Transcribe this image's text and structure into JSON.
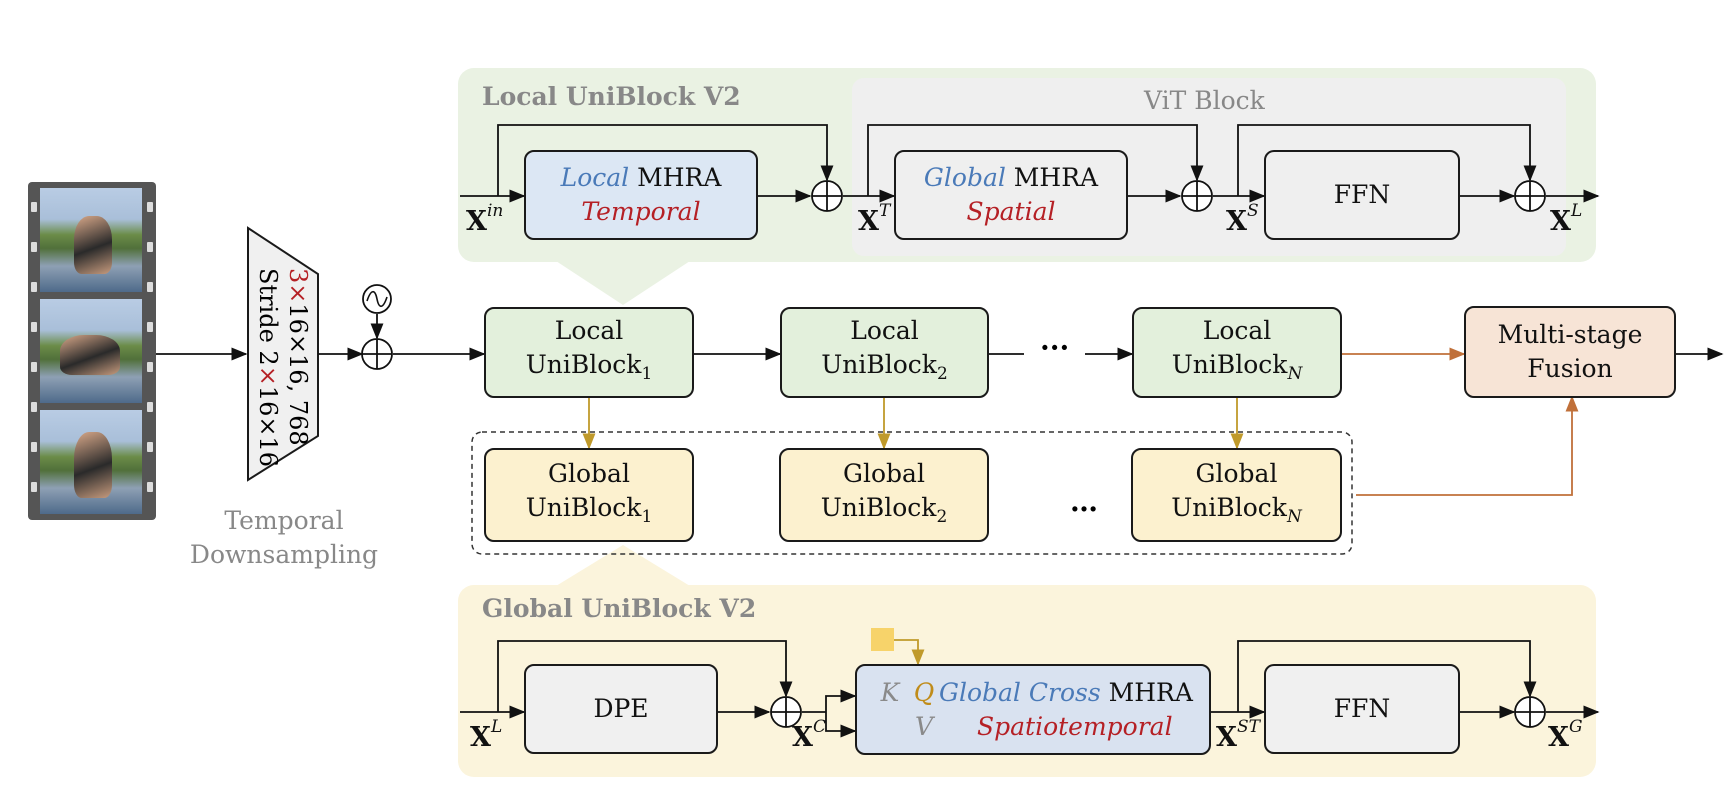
{
  "colors": {
    "local_panel_bg": "#eaf2e3",
    "vit_panel_bg": "#efefef",
    "global_panel_bg": "#fbf4dc",
    "local_block_fill": "#e3f0dc",
    "global_block_fill": "#fcf1cf",
    "fusion_fill": "#f7e4d6",
    "mhra_local_fill": "#dce7f4",
    "mhra_global_fill": "#efefef",
    "cross_mhra_fill": "#d9e2f0",
    "gray_box_fill": "#f0f0f0",
    "gold_arrow": "#c09a2b",
    "orange_arrow": "#c0703a",
    "accent_red": "#b52025",
    "accent_blue": "#4a7ab8"
  },
  "icons": {
    "frames": "film-strip-icon",
    "add": "circled-plus-icon",
    "pos": "sine-wave-icon",
    "query_token": "query-token-square-icon"
  },
  "downsample": {
    "line1_prefix": "3",
    "line1_x": "×",
    "line1_rest": "16×16, 768",
    "line2_prefix": "Stride 2",
    "line2_x": "×",
    "line2_rest": "16×16",
    "caption_line1": "Temporal",
    "caption_line2": "Downsampling"
  },
  "local_panel": {
    "title": "Local UniBlock V2",
    "vit_title": "ViT Block",
    "mhra1": {
      "word1": "Local",
      "word2": "MHRA",
      "word3": "Temporal"
    },
    "mhra2": {
      "word1": "Global",
      "word2": "MHRA",
      "word3": "Spatial"
    },
    "ffn": "FFN",
    "x_in": {
      "base": "X",
      "sup": "in"
    },
    "x_t": {
      "base": "X",
      "sup": "T"
    },
    "x_s": {
      "base": "X",
      "sup": "S"
    },
    "x_l": {
      "base": "X",
      "sup": "L"
    }
  },
  "pipeline": {
    "local_blocks": [
      {
        "line1": "Local",
        "line2": "UniBlock",
        "sub": "1"
      },
      {
        "line1": "Local",
        "line2": "UniBlock",
        "sub": "2"
      },
      {
        "line1": "Local",
        "line2": "UniBlock",
        "sub": "N"
      }
    ],
    "global_blocks": [
      {
        "line1": "Global",
        "line2": "UniBlock",
        "sub": "1"
      },
      {
        "line1": "Global",
        "line2": "UniBlock",
        "sub": "2"
      },
      {
        "line1": "Global",
        "line2": "UniBlock",
        "sub": "N"
      }
    ],
    "ellipsis": "···",
    "ellipsis2": "…",
    "fusion_line1": "Multi-stage",
    "fusion_line2": "Fusion"
  },
  "global_panel": {
    "title": "Global UniBlock V2",
    "dpe": "DPE",
    "k": "K",
    "v": "V",
    "q": "Q",
    "cross": {
      "word1": "Global Cross",
      "word2": "MHRA",
      "word3": "Spatiotemporal"
    },
    "ffn": "FFN",
    "x_l": {
      "base": "X",
      "sup": "L"
    },
    "x_c": {
      "base": "X",
      "sup": "C"
    },
    "x_st": {
      "base": "X",
      "sup": "ST"
    },
    "x_g": {
      "base": "X",
      "sup": "G"
    }
  }
}
